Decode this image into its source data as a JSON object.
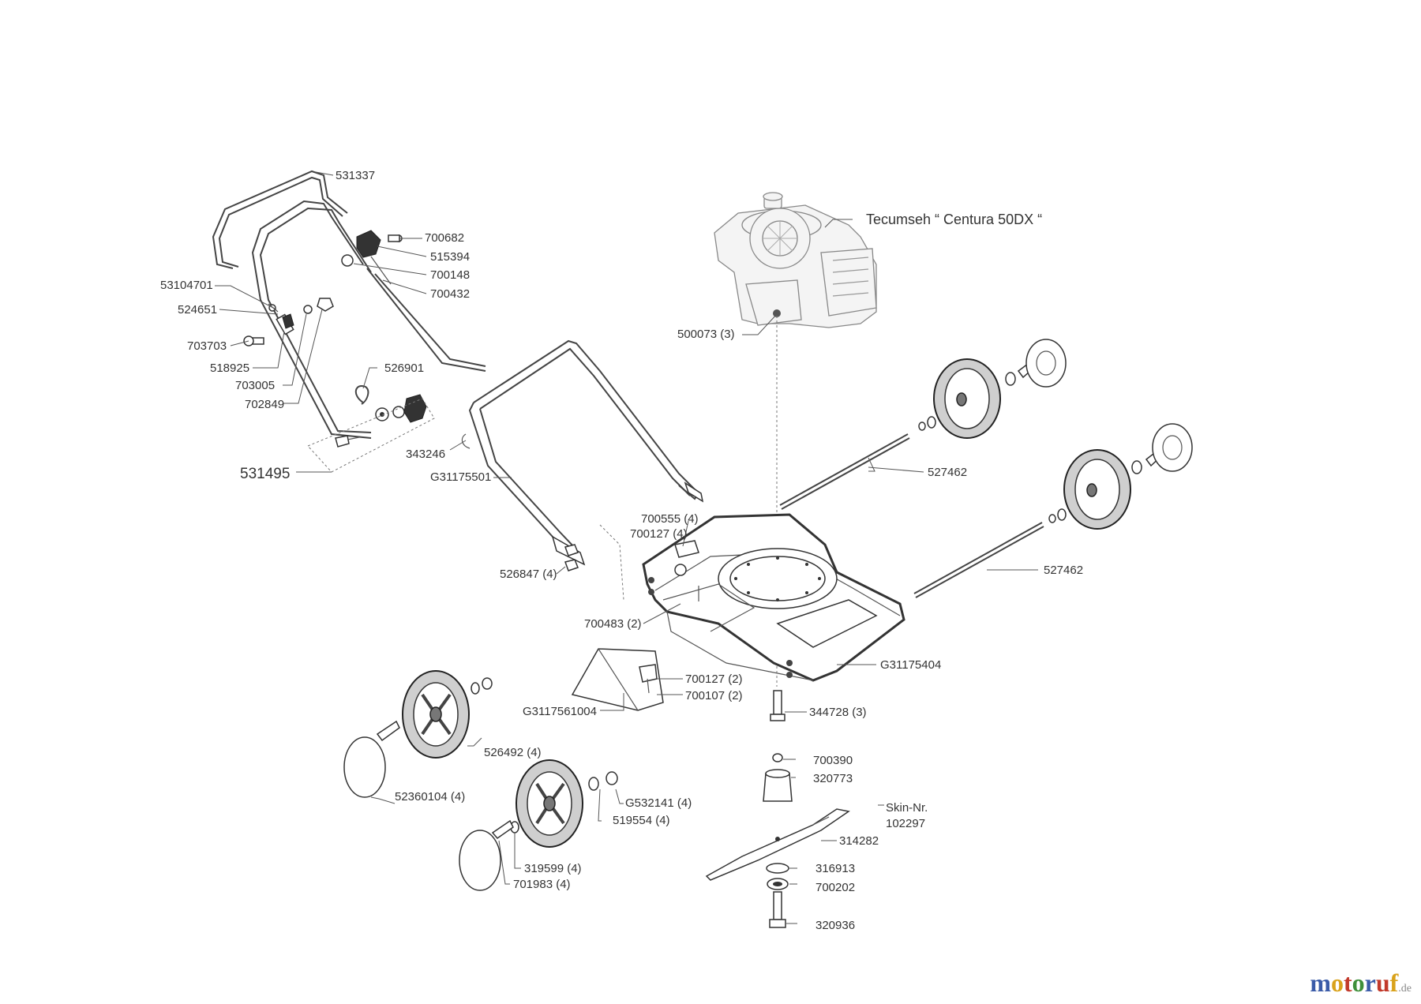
{
  "engine_label": "Tecumseh “ Centura 50DX “",
  "skin_label_line1": "Skin-Nr.",
  "skin_label_line2": "102297",
  "labels": {
    "p531337": "531337",
    "p700682": "700682",
    "p515394": "515394",
    "p700148": "700148",
    "p700432": "700432",
    "p53104701": "53104701",
    "p524651": "524651",
    "p703703": "703703",
    "p518925": "518925",
    "p703005": "703005",
    "p702849": "702849",
    "p526901": "526901",
    "p531495": "531495",
    "p343246": "343246",
    "p500073": "500073 (3)",
    "p527462a": "527462",
    "p527462b": "527462",
    "pG31175501": "G31175501",
    "p700555": "700555 (4)",
    "p700127a": "700127 (4)",
    "p526847": "526847 (4)",
    "p700483": "700483 (2)",
    "pG31175404": "G31175404",
    "p700127b": "700127 (2)",
    "p700107": "700107 (2)",
    "pG3117561004": "G3117561004",
    "p344728": "344728 (3)",
    "p526492": "526492 (4)",
    "p700390": "700390",
    "p320773": "320773",
    "p52360104": "52360104 (4)",
    "pG532141": "G532141 (4)",
    "p519554": "519554 (4)",
    "p314282": "314282",
    "p319599": "319599 (4)",
    "p316913": "316913",
    "p701983": "701983 (4)",
    "p700202": "700202",
    "p320936": "320936"
  },
  "brand": {
    "letters": [
      "m",
      "o",
      "t",
      "o",
      "r",
      "u",
      "f"
    ],
    "letter_colors": [
      "#3a5ba8",
      "#d9a21b",
      "#c23a2b",
      "#3f8f3a",
      "#3a5ba8",
      "#c23a2b",
      "#d9a21b"
    ],
    "tld": ".de"
  }
}
